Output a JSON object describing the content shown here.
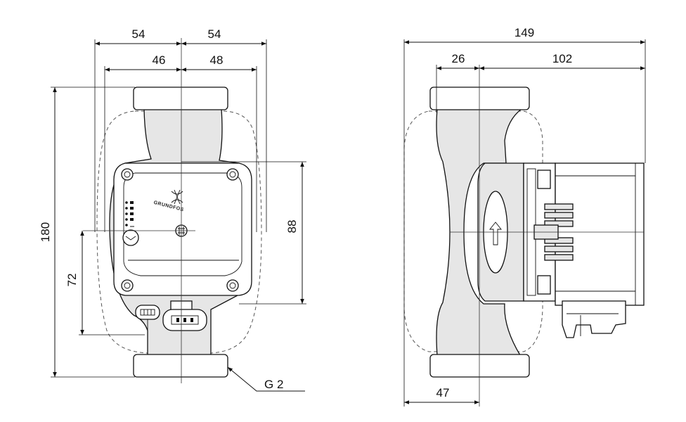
{
  "front_view": {
    "dim_top_left": "54",
    "dim_top_right": "54",
    "dim_mid_left": "46",
    "dim_mid_right": "48",
    "dim_height_total": "180",
    "dim_height_lower": "72",
    "dim_height_control": "88",
    "thread_label": "G 2",
    "logo_text": "GRUNDFOS"
  },
  "side_view": {
    "dim_total_length": "149",
    "dim_flange_offset": "26",
    "dim_motor_length": "102",
    "dim_bottom": "47"
  },
  "colors": {
    "line": "#111111",
    "housing_fill": "#e6e6e6",
    "hidden_line": "#555555"
  },
  "icons": [
    "grundfos-logo-icon",
    "flow-arrow-icon",
    "led-indicator-icon"
  ]
}
